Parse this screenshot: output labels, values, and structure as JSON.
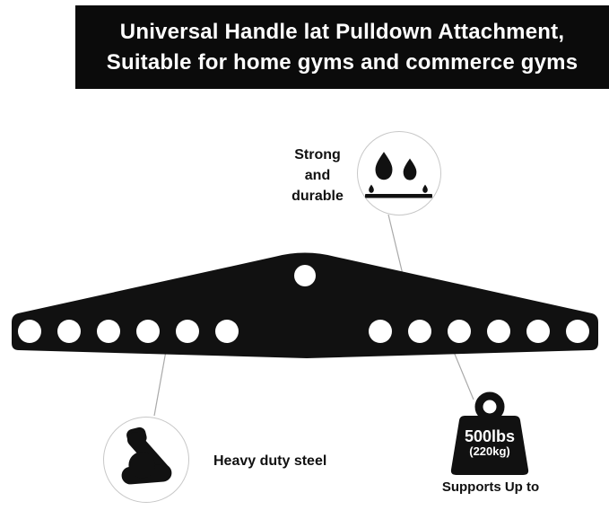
{
  "banner": {
    "line1": "Universal Handle lat Pulldown Attachment,",
    "line2": "Suitable for home gyms and commerce gyms"
  },
  "callouts": {
    "durable": {
      "lines": [
        "Strong",
        "and",
        "durable"
      ],
      "icon": "water-drops-icon"
    },
    "steel": {
      "label": "Heavy duty steel",
      "icon": "bicep-icon"
    },
    "capacity": {
      "value": "500lbs",
      "unit": "(220kg)",
      "caption": "Supports Up to",
      "icon": "weight-icon"
    }
  },
  "product": {
    "name": "lat-pulldown-attachment-bar",
    "hole_count_bar": 12,
    "hole_count_peak": 1
  },
  "colors": {
    "banner_bg": "#0b0b0b",
    "banner_text": "#ffffff",
    "product": "#111111",
    "connector_line": "#a9a9a9",
    "icon_border": "#c8c8c8"
  }
}
